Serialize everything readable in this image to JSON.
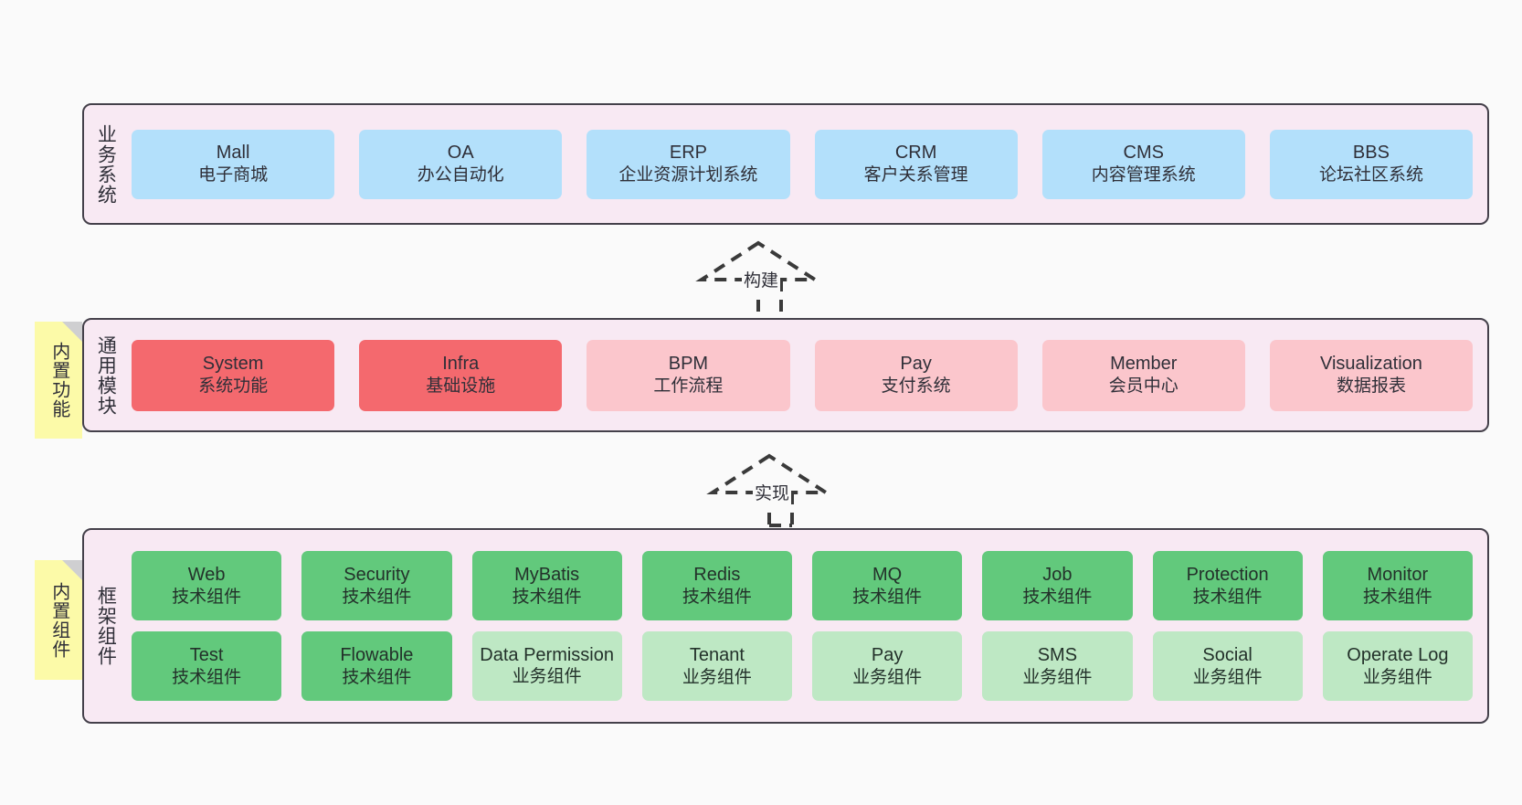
{
  "theme": {
    "background": "#fafafa",
    "band_fill": "#f8e9f3",
    "band_border": "#44404a",
    "blue": "#b3e0fb",
    "red": "#f4696e",
    "pink": "#fbc6cc",
    "green": "#62c97c",
    "light_green": "#bee8c4",
    "sticky_yellow": "#fcfaa8",
    "sticky_fold": "#cfcfd1",
    "connector_stroke": "#3a3a3a"
  },
  "bands": {
    "business": {
      "title": "业务系统",
      "nodes": [
        {
          "title": "Mall",
          "sub": "电子商城"
        },
        {
          "title": "OA",
          "sub": "办公自动化"
        },
        {
          "title": "ERP",
          "sub": "企业资源计划系统"
        },
        {
          "title": "CRM",
          "sub": "客户关系管理"
        },
        {
          "title": "CMS",
          "sub": "内容管理系统"
        },
        {
          "title": "BBS",
          "sub": "论坛社区系统"
        }
      ]
    },
    "common": {
      "title": "通用模块",
      "sticky": "内置功能",
      "nodes": [
        {
          "title": "System",
          "sub": "系统功能"
        },
        {
          "title": "Infra",
          "sub": "基础设施"
        },
        {
          "title": "BPM",
          "sub": "工作流程"
        },
        {
          "title": "Pay",
          "sub": "支付系统"
        },
        {
          "title": "Member",
          "sub": "会员中心"
        },
        {
          "title": "Visualization",
          "sub": "数据报表"
        }
      ]
    },
    "framework": {
      "title": "框架组件",
      "sticky": "内置组件",
      "row1": [
        {
          "title": "Web",
          "sub": "技术组件"
        },
        {
          "title": "Security",
          "sub": "技术组件"
        },
        {
          "title": "MyBatis",
          "sub": "技术组件"
        },
        {
          "title": "Redis",
          "sub": "技术组件"
        },
        {
          "title": "MQ",
          "sub": "技术组件"
        },
        {
          "title": "Job",
          "sub": "技术组件"
        },
        {
          "title": "Protection",
          "sub": "技术组件"
        },
        {
          "title": "Monitor",
          "sub": "技术组件"
        }
      ],
      "row2": [
        {
          "title": "Test",
          "sub": "技术组件"
        },
        {
          "title": "Flowable",
          "sub": "技术组件"
        },
        {
          "title": "Data Permission",
          "sub": "业务组件"
        },
        {
          "title": "Tenant",
          "sub": "业务组件"
        },
        {
          "title": "Pay",
          "sub": "业务组件"
        },
        {
          "title": "SMS",
          "sub": "业务组件"
        },
        {
          "title": "Social",
          "sub": "业务组件"
        },
        {
          "title": "Operate Log",
          "sub": "业务组件"
        }
      ]
    }
  },
  "connectors": [
    {
      "label": "构建"
    },
    {
      "label": "实现"
    }
  ]
}
